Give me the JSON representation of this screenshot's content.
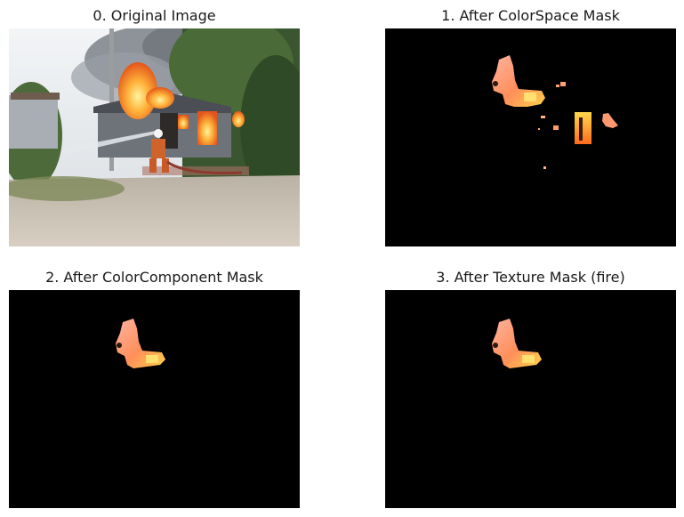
{
  "panels": [
    {
      "title": "0. Original Image"
    },
    {
      "title": "1. After ColorSpace Mask"
    },
    {
      "title": "2. After ColorComponent Mask"
    },
    {
      "title": "3. After Texture Mask (fire)"
    }
  ],
  "colors": {
    "mask_background": "#000000",
    "fire_core": "#ffd24a",
    "fire_mid": "#ff7a1e",
    "fire_highlight": "#ff9f8a",
    "sky": "#e9ecef",
    "smoke": "#8a8f96",
    "ground": "#cfc6b8",
    "foliage": "#3d5a2e"
  }
}
